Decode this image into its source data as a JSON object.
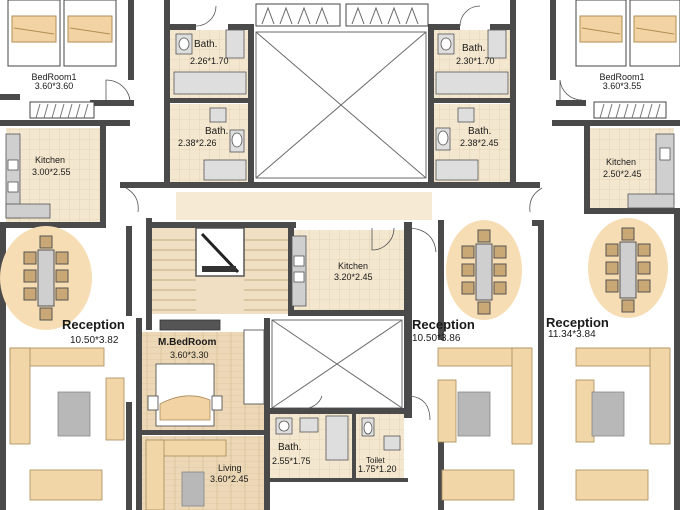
{
  "rooms": {
    "bedroom_left": {
      "name": "BedRoom1",
      "size": "3.60*3.60"
    },
    "bedroom_right": {
      "name": "BedRoom1",
      "size": "3.60*3.55"
    },
    "bath_tl": {
      "name": "Bath.",
      "size": "2.26*1.70"
    },
    "bath_tr": {
      "name": "Bath.",
      "size": "2.30*1.70"
    },
    "bath_ml": {
      "name": "Bath.",
      "size": "2.38*2.26"
    },
    "bath_mr": {
      "name": "Bath.",
      "size": "2.38*2.45"
    },
    "kitchen_left": {
      "name": "Kitchen",
      "size": "3.00*2.55"
    },
    "kitchen_right": {
      "name": "Kitchen",
      "size": "2.50*2.45"
    },
    "kitchen_center": {
      "name": "Kitchen",
      "size": "3.20*2.45"
    },
    "reception_left": {
      "name": "Reception",
      "size": "10.50*3.82"
    },
    "reception_mid": {
      "name": "Reception",
      "size": "10.50*3.86"
    },
    "reception_right": {
      "name": "Reception",
      "size": "11.34*3.84"
    },
    "master_bedroom": {
      "name": "M.BedRoom",
      "size": "3.60*3.30"
    },
    "bath_bottom": {
      "name": "Bath.",
      "size": "2.55*1.75"
    },
    "toilet": {
      "name": "Toilet",
      "size": "1.75*1.20"
    },
    "living": {
      "name": "Living",
      "size": "3.60*2.45"
    }
  },
  "colors": {
    "wall": "#4a4a4a",
    "floor_tile": "#f4e7cf",
    "floor_wood": "#ecd8b6",
    "sofa": "#f1d7a8",
    "rug": "#b8b8b8",
    "fixture": "#d9d9d9"
  }
}
